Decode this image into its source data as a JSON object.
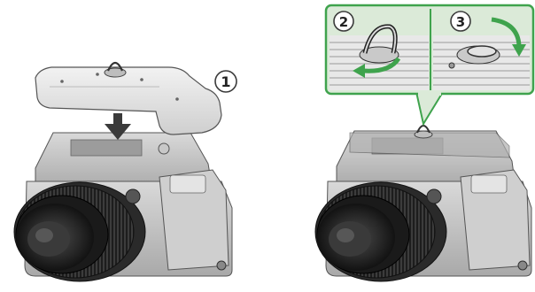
{
  "steps": [
    {
      "number": "1",
      "action": "attach-plate"
    },
    {
      "number": "2",
      "action": "turn-ring"
    },
    {
      "number": "3",
      "action": "fold-ring"
    }
  ],
  "colors": {
    "accent": "#3fa34d",
    "callout_bg": "#dbead8",
    "camera_light": "#e6e6e6",
    "camera_mid": "#b9b9b9",
    "camera_dark": "#3a3a3a",
    "lens": "#1e1e1e",
    "arrow": "#3a3a3a"
  }
}
